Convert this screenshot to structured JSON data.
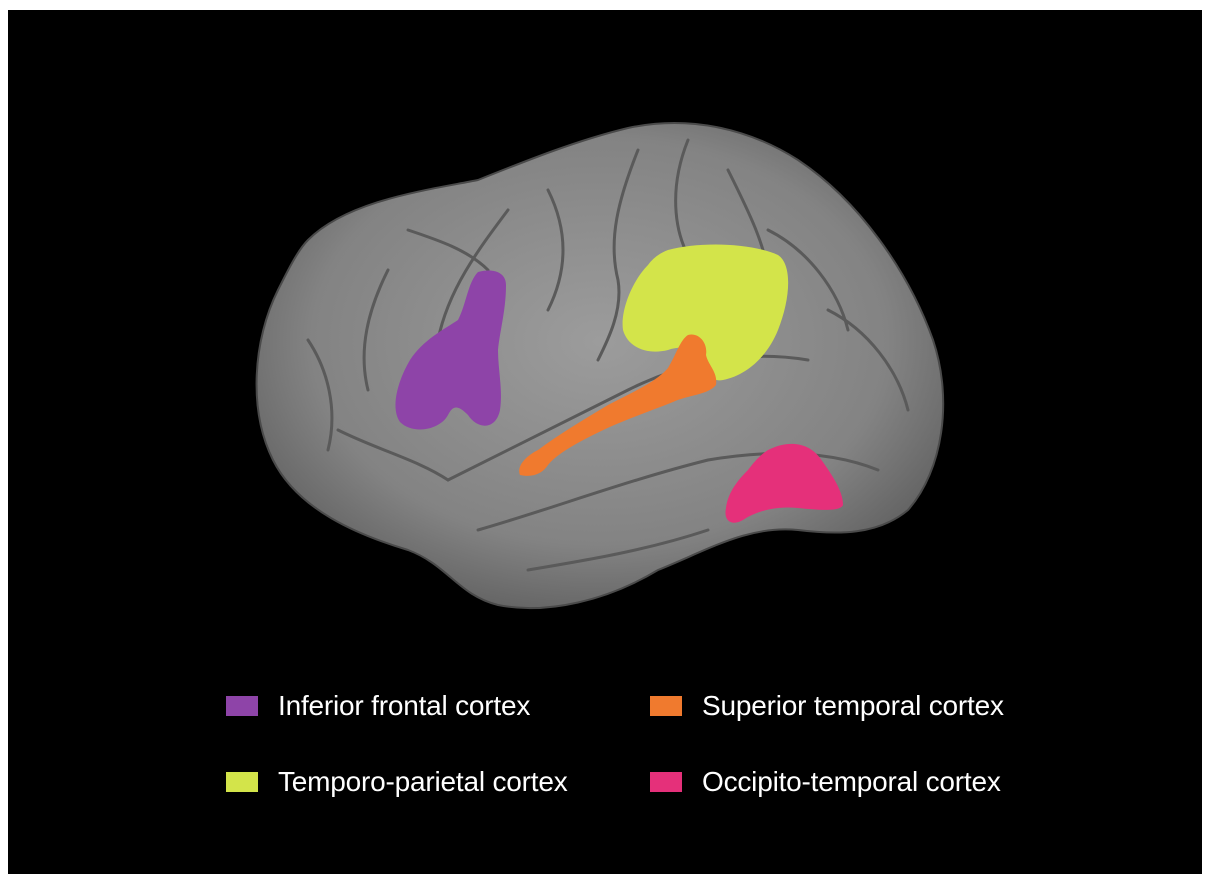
{
  "figure": {
    "background": "#000000",
    "brain_color": "#8a8a8a",
    "regions": [
      {
        "id": "inferior-frontal",
        "label": "Inferior frontal cortex",
        "color": "#8e44a8"
      },
      {
        "id": "superior-temporal",
        "label": "Superior temporal cortex",
        "color": "#f07a2e"
      },
      {
        "id": "temporo-parietal",
        "label": "Temporo-parietal cortex",
        "color": "#d3e44a"
      },
      {
        "id": "occipito-temporal",
        "label": "Occipito-temporal cortex",
        "color": "#e5307a"
      }
    ]
  }
}
